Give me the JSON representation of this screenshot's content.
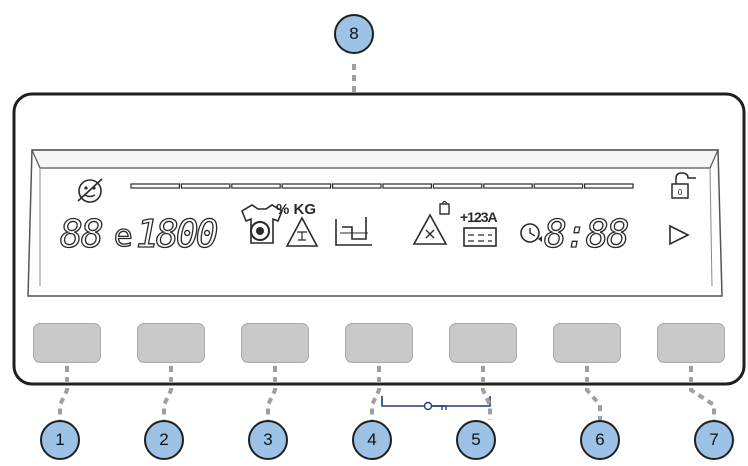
{
  "callouts": [
    {
      "label": "1"
    },
    {
      "label": "2"
    },
    {
      "label": "3"
    },
    {
      "label": "4"
    },
    {
      "label": "5"
    },
    {
      "label": "6"
    },
    {
      "label": "7"
    },
    {
      "label": "8"
    }
  ],
  "display": {
    "temperature_digits": "88",
    "spin_prefix": "e",
    "spin_digits": "1800",
    "percent_kg": "% KG",
    "options_code": "+123A",
    "time_digits": "8:88",
    "program_bar_segments": 10
  },
  "icons": {
    "eco": "eco-face-icon",
    "stain": "stain-shirt-icon",
    "weight_warning": "weight-warning-icon",
    "rinse": "rinse-icon",
    "no_spin": "no-spin-icon",
    "extra_rinse": "extra-rinse-icon",
    "delay": "delay-timer-icon",
    "lock": "door-lock-icon",
    "start": "start-play-icon",
    "key": "child-lock-key-icon"
  },
  "colors": {
    "callout_fill": "#9cc3e6",
    "button_fill": "#c9c9c9",
    "panel_stroke": "#1f1f1f",
    "leader": "#a0a0a0"
  }
}
